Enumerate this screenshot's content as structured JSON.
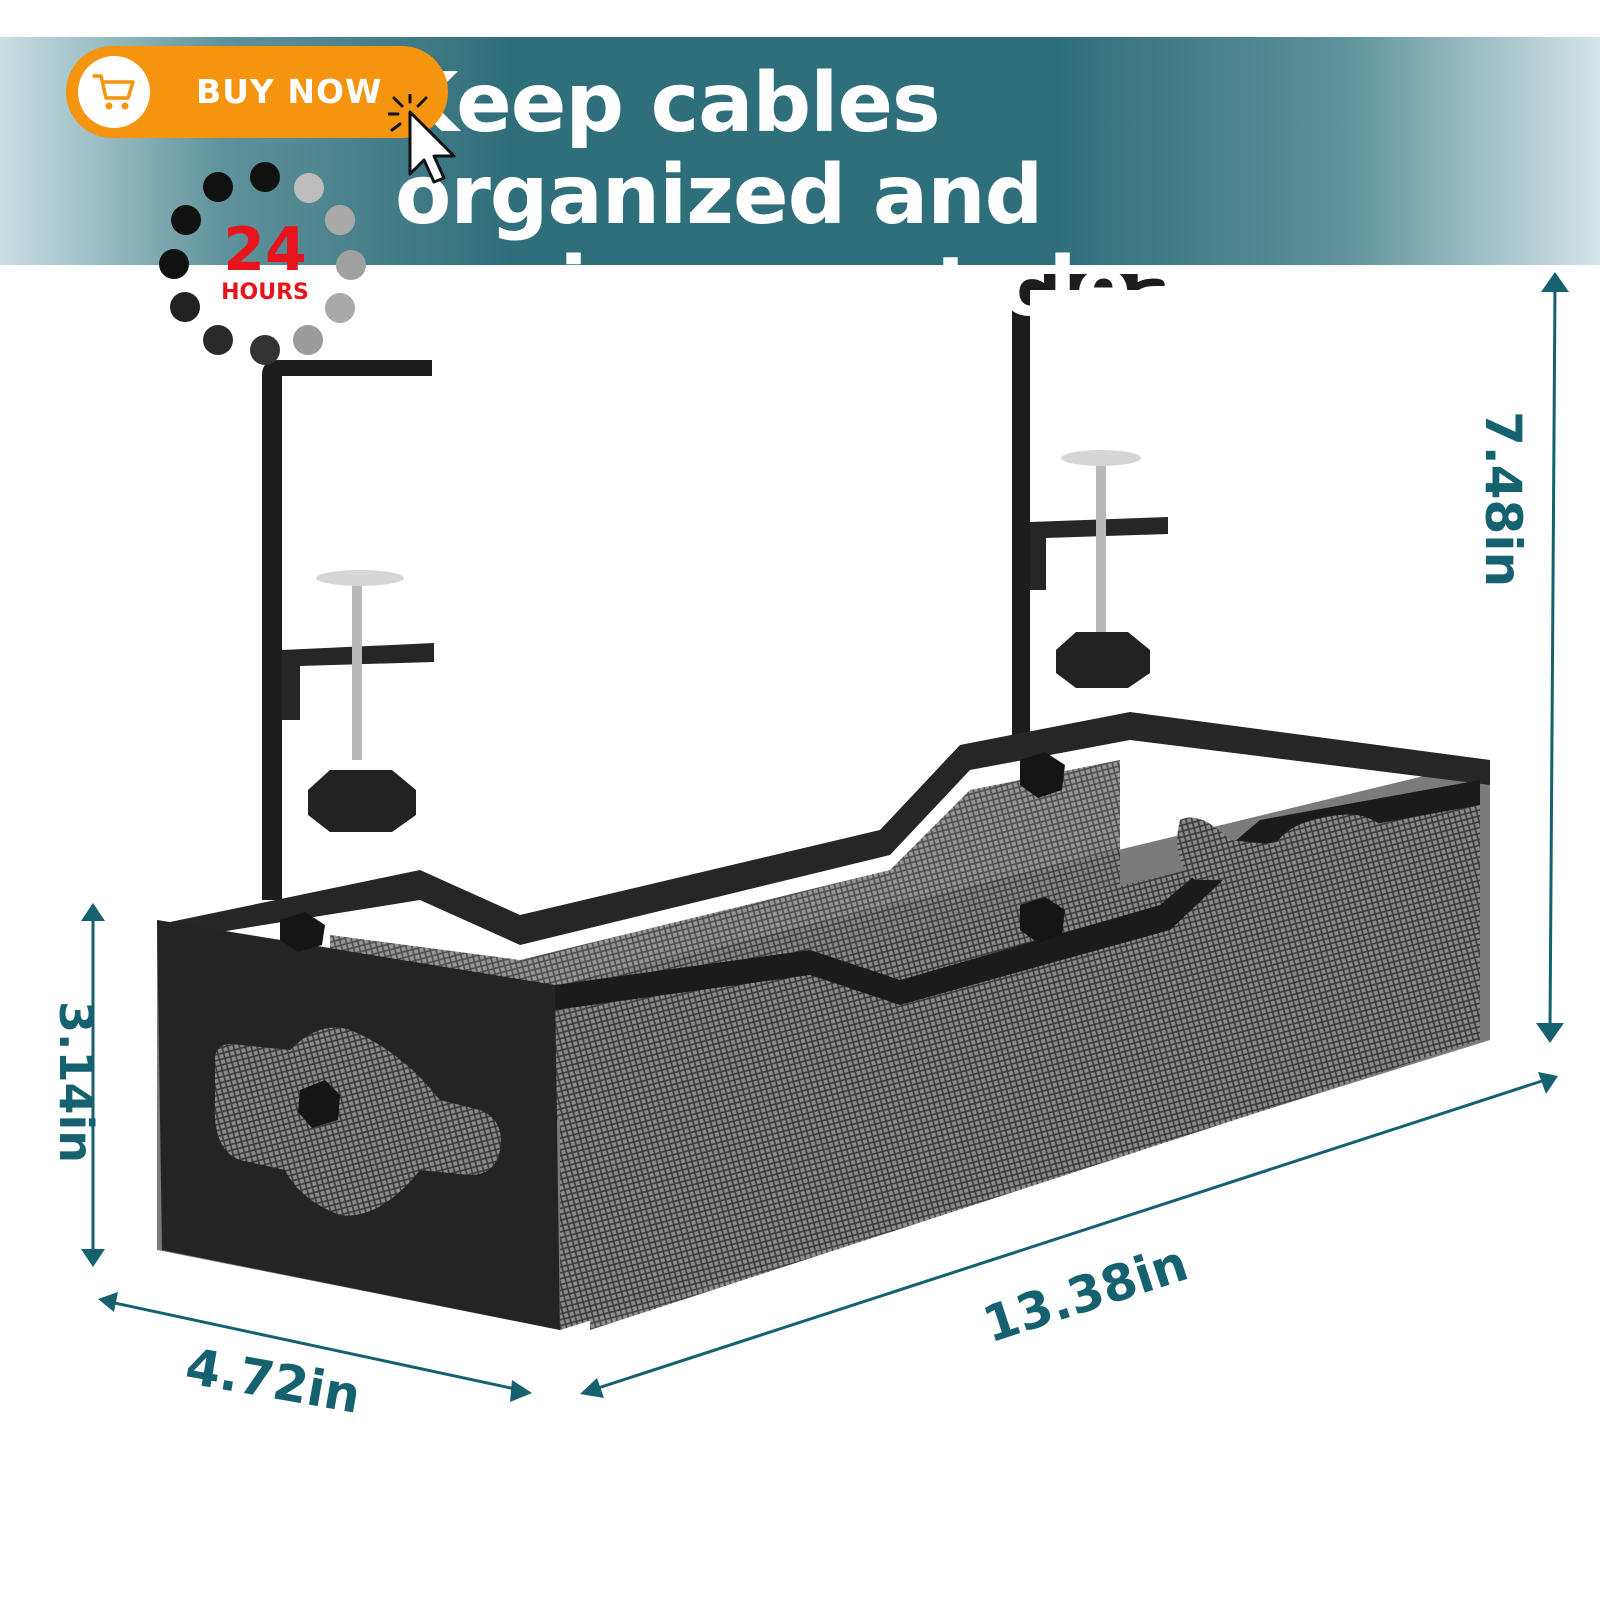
{
  "banner": {
    "headline_line1": "Keep cables organized and",
    "headline_line2": "environment clean",
    "bg_color": "#2f6e7b"
  },
  "buy_button": {
    "label": "BUY NOW",
    "icon": "cart-icon",
    "color": "#f5940f"
  },
  "timer_badge": {
    "number": "24",
    "unit": "HOURS",
    "color": "#e8141b"
  },
  "dimensions": {
    "height": "7.48in",
    "depth_height": "3.14in",
    "width": "4.72in",
    "length": "13.38in",
    "color": "#16616f"
  }
}
